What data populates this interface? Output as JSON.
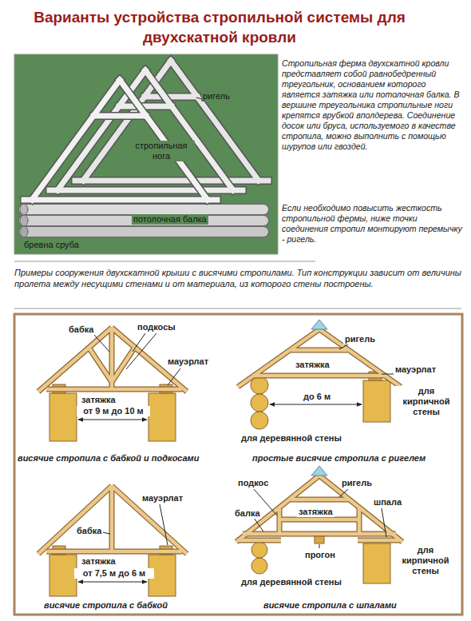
{
  "diagram": {
    "title": "Варианты устройства стропильной системы для двухскатной кровли",
    "labels": [
      "ригель",
      "стропильная нога",
      "потолочная балка",
      "бревна сруба",
      "Стропильная ферма двухскатной кровли представляет собой равнобедренный треугольник, основанием которого является затяжка или потолочная балка. В вершине треугольника стропильные ноги крепятся врубкой вполдерева. Соединение досок или бруса, используемого в качестве стропила, можно выполнить с помощью шурупов или гвоздей.",
      "Если необходимо повысить жесткость стропильной фермы, ниже точки соединения стропил монтируют перемычку - ригель.",
      "Примеры сооружения двухскатной крыши с висячими стропилами. Тип конструкции зависит от величины пролета между несущими стенами и от материала, из которого стены построены.",
      "бабка",
      "подкосы",
      "мауэрлат",
      "затяжка",
      "от 9 м до 10 м",
      "висячие стропила с бабкой и подкосами",
      "ригель",
      "затяжка",
      "мауэрлат",
      "до 6 м",
      "для кирпичной стены",
      "для деревянной стены",
      "простые висячие стропила с ригелем",
      "мауэрлат",
      "бабка",
      "затяжка",
      "от 7,5 м до 6 м",
      "висячие стропила с бабкой",
      "подкос",
      "ригель",
      "шпала",
      "балка",
      "затяжка",
      "для кирпичной стены",
      "прогон",
      "для деревянной стены",
      "висячие стропила с шпалами"
    ]
  }
}
